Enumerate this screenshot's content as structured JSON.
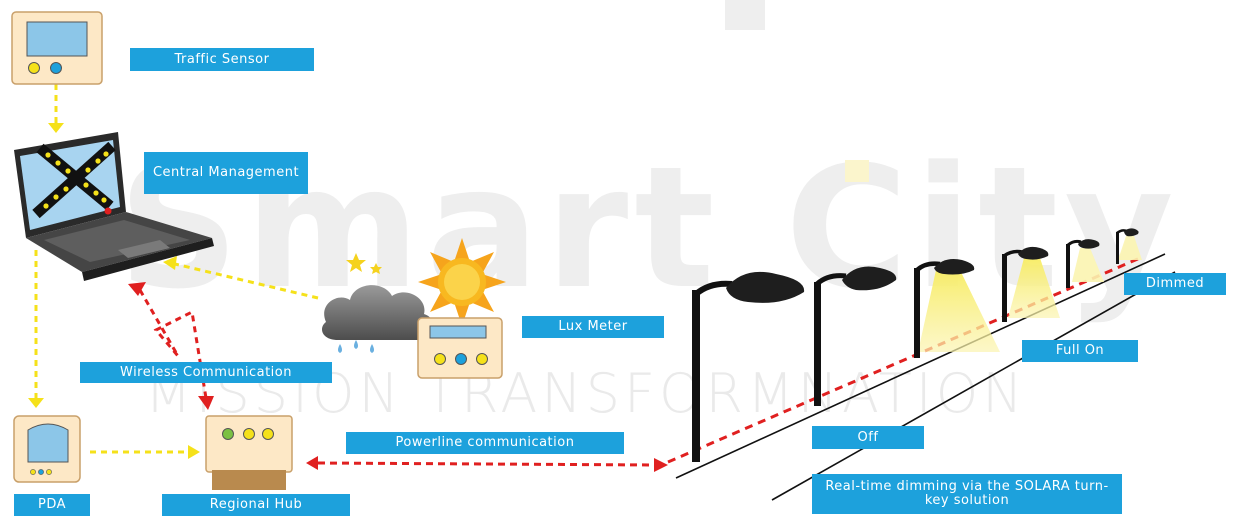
{
  "watermark": {
    "main": "Smart City",
    "sub": "MISSION TRANSFORMNATION"
  },
  "labels": {
    "traffic_sensor": "Traffic Sensor",
    "central_management": "Central Management",
    "lux_meter": "Lux Meter",
    "wireless_communication": "Wireless Communication",
    "powerline_communication": "Powerline communication",
    "pda": "PDA",
    "regional_hub": "Regional Hub",
    "dimmed": "Dimmed",
    "full_on": "Full On",
    "off": "Off",
    "realtime_dimming": "Real-time dimming via the SOLARA turn-key solution"
  },
  "colors": {
    "label_bg": "#1da1dc",
    "label_text": "#ffffff",
    "yellow_link": "#f5e11a",
    "red_link": "#e02020",
    "device_body": "#fde8c6",
    "device_border": "#c9a06a",
    "screen": "#8cc6e8",
    "light_beam": "#f7ec62",
    "pole": "#111111"
  }
}
